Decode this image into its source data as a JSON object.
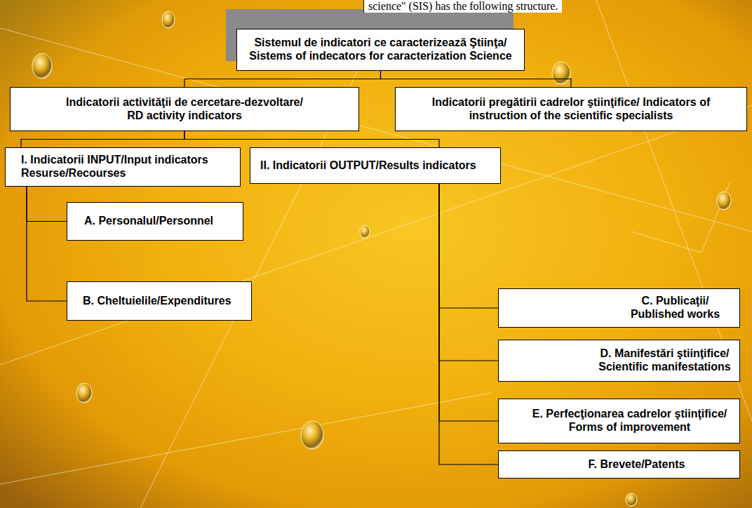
{
  "diagram": {
    "nodes": [
      {
        "text": [
          "Sistemul de indicatori ce caracterizează Ştiinţa/ Sistems of indecators for caracterization Science"
        ]
      },
      {
        "text": [
          "Indicatorii activităţii de cercetare-dezvoltare/ RD activity indicators"
        ]
      },
      {
        "text": [
          "Indicatorii pregătirii cadrelor ştiinţifice/ Indicators of instruction of the scientific specialists"
        ]
      },
      {
        "text": [
          "I. Indicatorii INPUT/Input indicators Resurse/Recourses"
        ]
      },
      {
        "text": [
          "II. Indicatorii OUTPUT/Results indicators"
        ]
      },
      {
        "text": [
          "A. Personalul/Personnel"
        ]
      },
      {
        "text": [
          "B. Cheltuielile/Expenditures"
        ]
      },
      {
        "text": [
          "C. Publicaţii/ Published works"
        ]
      },
      {
        "text": [
          "D. Manifestări ştiinţifice/ Scientific manifestations"
        ]
      },
      {
        "text": [
          "E. Perfecţionarea cadrelor ştiinţifice/ Forms of improvement"
        ]
      },
      {
        "text": [
          "F. Brevete/Patents"
        ]
      }
    ],
    "edges": [
      {
        "from": 0,
        "to": 1,
        "arrow": "none"
      },
      {
        "from": 0,
        "to": 2,
        "arrow": "none"
      },
      {
        "from": 1,
        "to": 3,
        "arrow": "none"
      },
      {
        "from": 1,
        "to": 4,
        "arrow": "none"
      },
      {
        "from": 3,
        "to": 5,
        "arrow": "none"
      },
      {
        "from": 3,
        "to": 6,
        "arrow": "none"
      },
      {
        "from": 4,
        "to": 7,
        "arrow": "none"
      },
      {
        "from": 4,
        "to": 8,
        "arrow": "none"
      },
      {
        "from": 4,
        "to": 9,
        "arrow": "none"
      },
      {
        "from": 4,
        "to": 10,
        "arrow": "none"
      }
    ],
    "labels": [
      "science\" (SIS) has the following structure."
    ]
  }
}
